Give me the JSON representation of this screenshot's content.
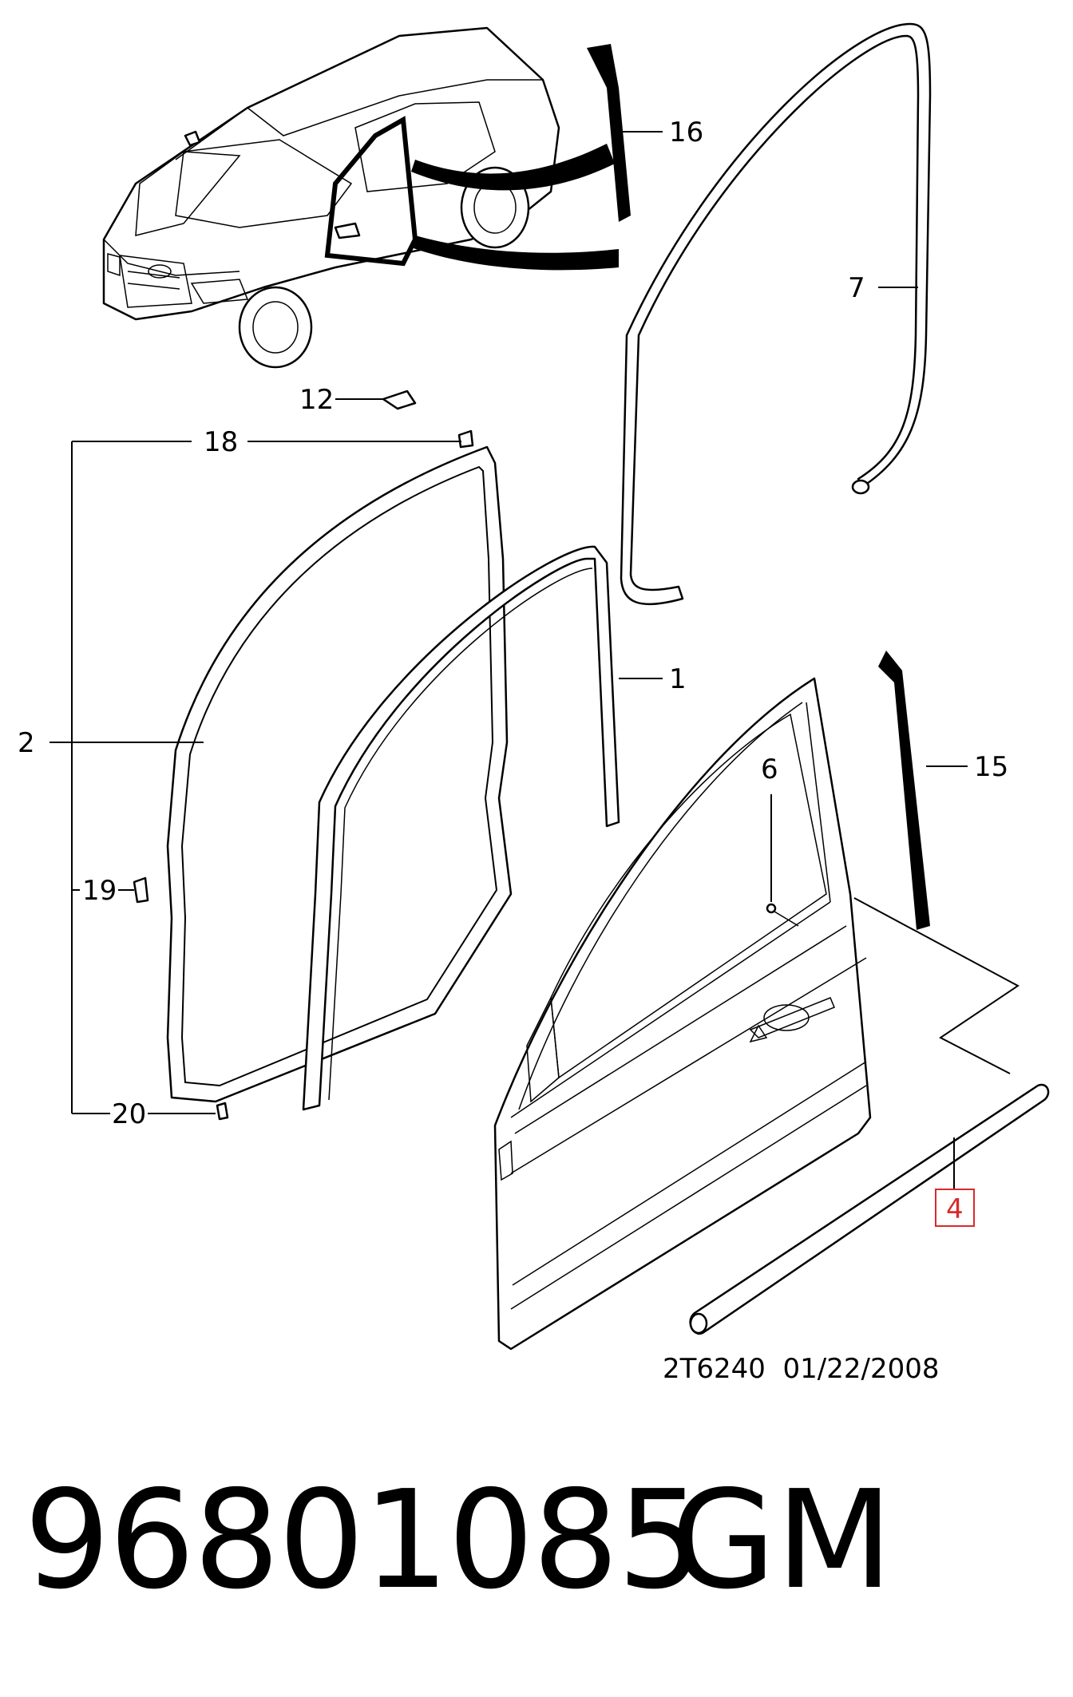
{
  "callouts": {
    "c16": "16",
    "c7": "7",
    "c12": "12",
    "c18": "18",
    "c1": "1",
    "c2": "2",
    "c6": "6",
    "c15": "15",
    "c19": "19",
    "c20": "20",
    "c4": "4"
  },
  "highlighted_callout": "4",
  "highlight_color": "#d92a2a",
  "footer": {
    "code": "2T6240  01/22/2008"
  },
  "caption": {
    "part_number": "96801085",
    "brand": "GM"
  }
}
